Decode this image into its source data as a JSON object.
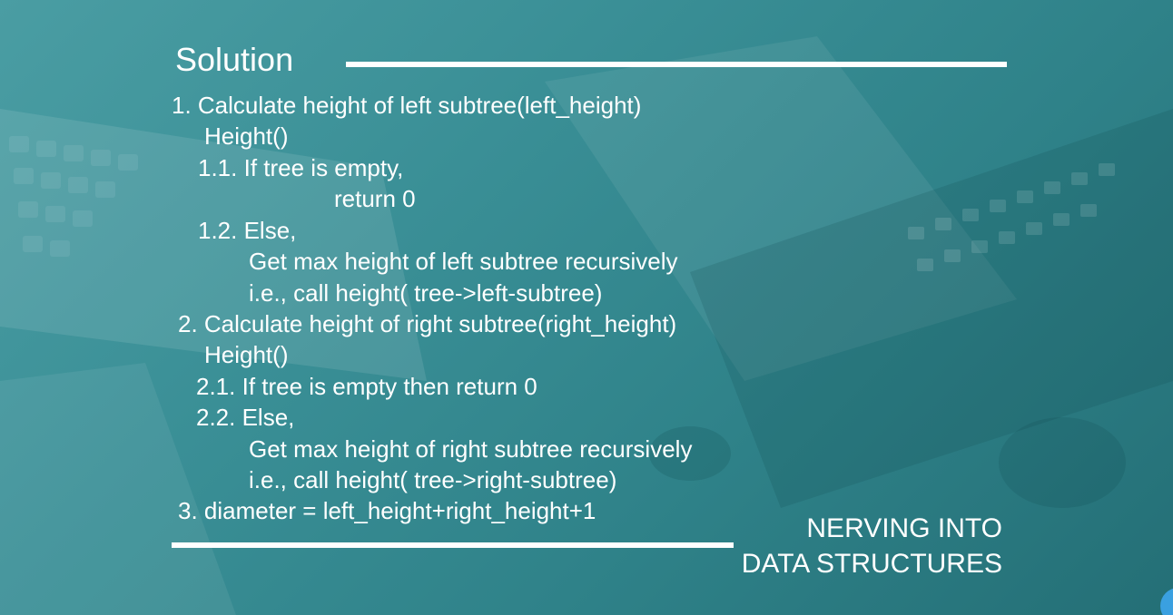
{
  "slide": {
    "title": "Solution",
    "lines": [
      "1. Calculate height of left subtree(left_height)",
      "Height()",
      "1.1. If tree is empty,",
      "return 0",
      "1.2. Else,",
      "Get max height of left subtree recursively",
      "i.e., call height( tree->left-subtree)",
      "2. Calculate height of right subtree(right_height)",
      "Height()",
      "2.1. If tree is empty then return 0",
      "2.2. Else,",
      "Get max height of right subtree recursively",
      "i.e., call height( tree->right-subtree)",
      "3. diameter = left_height+right_height+1"
    ],
    "brand_line1": "NERVING INTO",
    "brand_line2": "DATA STRUCTURES"
  },
  "colors": {
    "background": "#3a8f96",
    "text": "#ffffff",
    "corner_dot": "#3aa0e0"
  }
}
